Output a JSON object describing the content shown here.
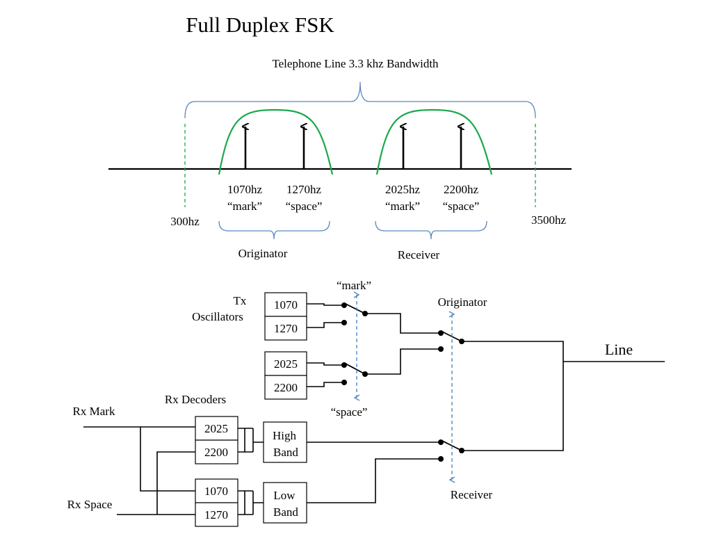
{
  "title": "Full Duplex FSK",
  "spectrum": {
    "bandwidth_label": "Telephone Line 3.3 khz Bandwidth",
    "low_edge": "300hz",
    "high_edge": "3500hz",
    "originator": {
      "label": "Originator",
      "mark": {
        "freq": "1070hz",
        "name": "“mark”"
      },
      "space": {
        "freq": "1270hz",
        "name": "“space”"
      }
    },
    "receiver": {
      "label": "Receiver",
      "mark": {
        "freq": "2025hz",
        "name": "“mark”"
      },
      "space": {
        "freq": "2200hz",
        "name": "“space”"
      }
    }
  },
  "schematic": {
    "tx_label_1": "Tx",
    "tx_label_2": "Oscillators",
    "tx_osc": [
      "1070",
      "1270",
      "2025",
      "2200"
    ],
    "mark_label": "“mark”",
    "space_label": "“space”",
    "originator_label": "Originator",
    "receiver_label": "Receiver",
    "line_label": "Line",
    "rx_decoders_label": "Rx Decoders",
    "rx_mark_label": "Rx Mark",
    "rx_space_label": "Rx Space",
    "rx_high": [
      "2025",
      "2200"
    ],
    "rx_low": [
      "1070",
      "1270"
    ],
    "high_band_1": "High",
    "high_band_2": "Band",
    "low_band_1": "Low",
    "low_band_2": "Band"
  }
}
